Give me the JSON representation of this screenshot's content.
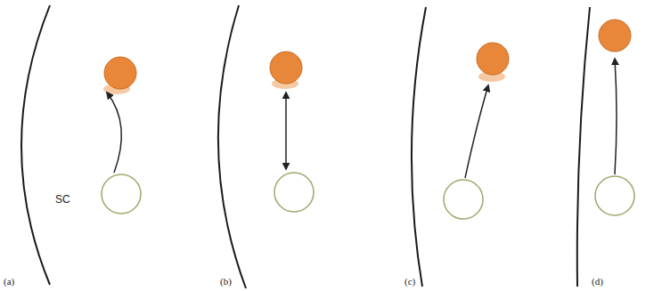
{
  "diagram": {
    "labels": [
      "SC",
      "(a)",
      "(b)",
      "(c)",
      "(d)"
    ]
  }
}
